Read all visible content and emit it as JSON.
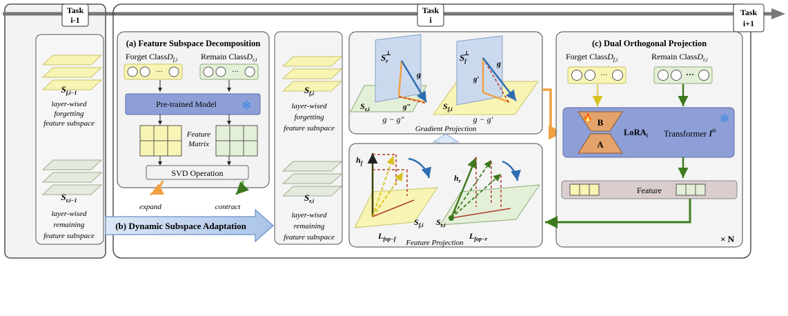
{
  "timeline": {
    "task_prev": [
      "Task",
      "i-1"
    ],
    "task_curr": [
      "Task",
      "i"
    ],
    "task_next": [
      "Task",
      "i+1"
    ]
  },
  "left_panel": {
    "forget_label": "S",
    "forget_sub": "f,i−1",
    "forget_caption": [
      "layer-wised",
      "forgetting",
      "feature subspace"
    ],
    "remain_label": "S",
    "remain_sub": "r,i−1",
    "remain_caption": [
      "layer-wised",
      "remaining",
      "feature subspace"
    ]
  },
  "panel_a": {
    "title": "(a) Feature Subspace Decomposition",
    "forget_class": "Forget Class",
    "forget_sym": "D",
    "forget_sub": "f,i",
    "remain_class": "Remain Class",
    "remain_sym": "D",
    "remain_sub": "r,i",
    "dots": "···",
    "pretrained": "Pre-trained Model",
    "feature_matrix": [
      "Feature",
      "Matrix"
    ],
    "svd": "SVD Operation",
    "expand": "expand",
    "contract": "contract"
  },
  "panel_b": {
    "label": "(b) Dynamic Subspace Adaptation"
  },
  "mid_panel": {
    "forget_label": "S",
    "forget_sub": "f,i",
    "forget_caption": [
      "layer-wised",
      "forgetting",
      "feature subspace"
    ],
    "remain_label": "S",
    "remain_sub": "r,i",
    "remain_caption": [
      "layer-wised",
      "remaining",
      "feature subspace"
    ]
  },
  "gradient_projection": {
    "caption": "Gradient Projection",
    "sr_perp": "S",
    "sr_perp_sub": "r",
    "sf_perp": "S",
    "sf_perp_sub": "f",
    "perp": "⊥",
    "g": "g",
    "g_dprime": "g″",
    "g_prime": "g′",
    "sr_i": "S",
    "sr_i_sub": "r,i",
    "sf_i": "S",
    "sf_i_sub": "f,i",
    "diff1": "g − g″",
    "diff2": "g − g′"
  },
  "feature_projection": {
    "caption": "Feature Projection",
    "hf": "h",
    "hf_sub": "f",
    "hr": "h",
    "hr_sub": "r",
    "sf": "S",
    "sf_sub": "f,i",
    "sr": "S",
    "sr_sub": "r,i",
    "lf": "L",
    "lf_sub": "fop−f",
    "lr": "L",
    "lr_sub": "fop−r"
  },
  "panel_c": {
    "title": "(c) Dual Orthogonal Projection",
    "forget_class": "Forget Class",
    "forget_sym": "D",
    "forget_sub": "f,i",
    "remain_class": "Remain Class",
    "remain_sym": "D",
    "remain_sub": "r,i",
    "dots": "···",
    "lora_b": "B",
    "lora_a": "A",
    "lora": "LoRA",
    "lora_sub": "i",
    "transformer": "Transformer",
    "transformer_l": "l",
    "transformer_sup": "th",
    "feature": "Feature",
    "times_n": "× N"
  },
  "colors": {
    "forget_fill": "#f8f4b4",
    "forget_stroke": "#c9c36a",
    "remain_fill": "#e4efd8",
    "remain_stroke": "#8cab72",
    "model_fill": "#8e9fd8",
    "svd_fill": "#f2f2f2",
    "lora_fill": "#e3a36a",
    "feature_bar": "#d9cdcd",
    "panel_bg": "#f4f4f4",
    "plane_blue": "#c9d8ef",
    "orange_arrow": "#f0a040",
    "green_arrow": "#3d7a1e",
    "blue_arrow": "#2e6db0",
    "dashed_red": "#b03a2e"
  }
}
